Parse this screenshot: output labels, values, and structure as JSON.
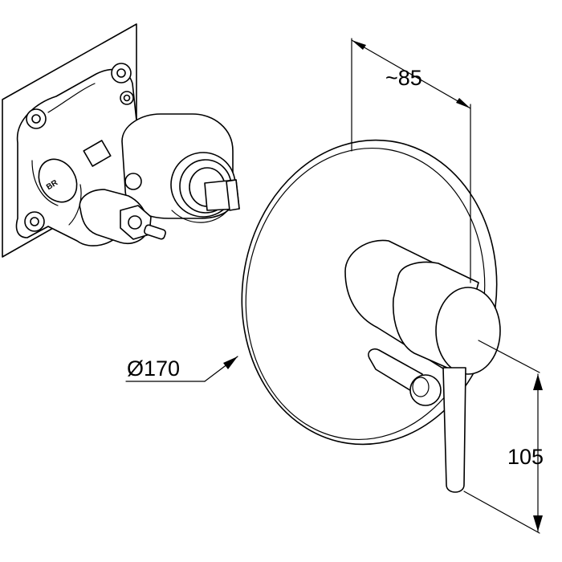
{
  "dimensions": {
    "depth_label": "~85",
    "diameter_label": "Ø170",
    "height_label": "105"
  },
  "valve_marking": "BR",
  "colors": {
    "line": "#000000",
    "background": "#ffffff",
    "shade": "#e9e9e9"
  }
}
